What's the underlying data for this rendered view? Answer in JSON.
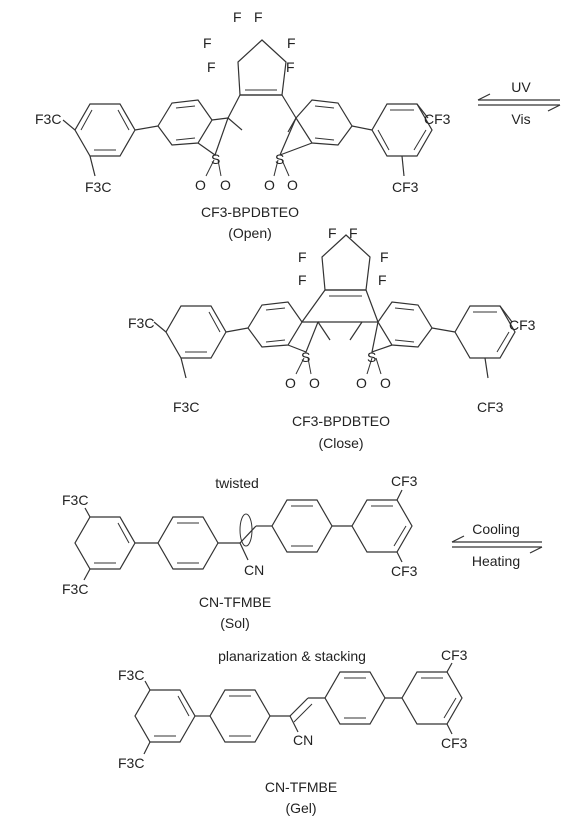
{
  "reaction1": {
    "open": {
      "name": "CF3-BPDBTEO",
      "state": "(Open)"
    },
    "closed": {
      "name": "CF3-BPDBTEO",
      "state": "(Close)"
    },
    "forward": "UV",
    "reverse": "Vis"
  },
  "reaction2": {
    "sol": {
      "name": "CN-TFMBE",
      "state": "(Sol)",
      "note": "twisted"
    },
    "gel": {
      "name": "CN-TFMBE",
      "state": "(Gel)",
      "note": "planarization & stacking"
    },
    "forward": "Cooling",
    "reverse": "Heating"
  },
  "atoms": {
    "cf3_left": "F3C",
    "cf3_right": "CF3",
    "fluorine": "F",
    "sulfur": "S",
    "oxygen": "O",
    "cyano": "CN"
  }
}
